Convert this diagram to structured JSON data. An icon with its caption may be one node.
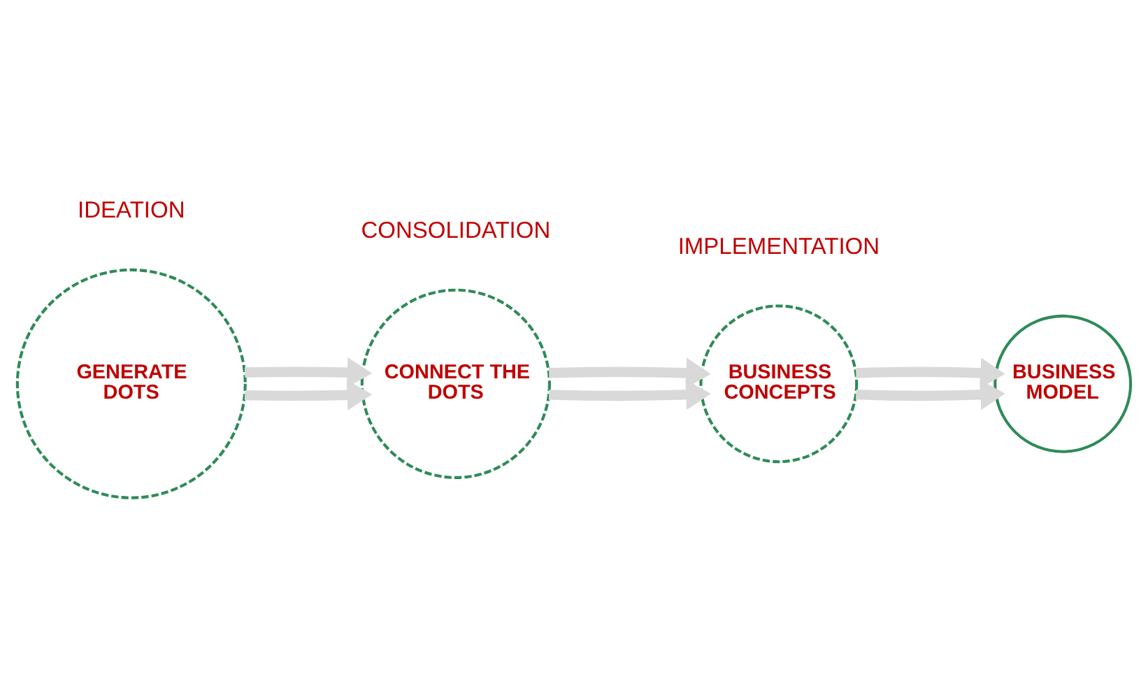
{
  "diagram": {
    "nodes": [
      {
        "text": [
          "GENERATE DOTS"
        ]
      },
      {
        "text": [
          "CONNECT THE DOTS"
        ]
      },
      {
        "text": [
          "BUSINESS CONCEPTS"
        ]
      },
      {
        "text": [
          "BUSINESS MODEL"
        ]
      }
    ],
    "edges": [
      {
        "from": 0,
        "to": 1,
        "arrow": "to"
      },
      {
        "from": 0,
        "to": 1,
        "arrow": "to"
      },
      {
        "from": 1,
        "to": 2,
        "arrow": "to"
      },
      {
        "from": 1,
        "to": 2,
        "arrow": "to"
      },
      {
        "from": 2,
        "to": 3,
        "arrow": "to"
      },
      {
        "from": 2,
        "to": 3,
        "arrow": "to"
      }
    ],
    "labels": [
      "IDEATION",
      "CONSOLIDATION",
      "IMPLEMENTATION"
    ]
  }
}
